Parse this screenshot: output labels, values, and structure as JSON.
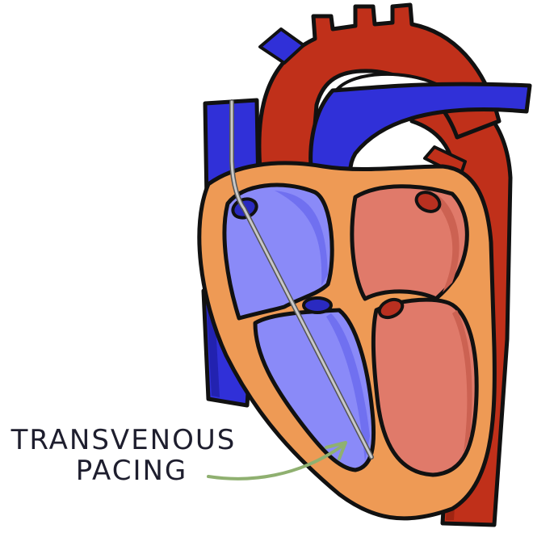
{
  "diagram": {
    "subject": "Heart cross-section with transvenous pacing lead",
    "label": {
      "line1": "TRANSVENOUS",
      "line2": "PACING"
    },
    "structures": [
      "superior-vena-cava",
      "inferior-vena-cava",
      "aortic-arch",
      "descending-aorta",
      "pulmonary-artery",
      "pulmonary-vein",
      "right-atrium",
      "right-ventricle",
      "left-atrium",
      "left-ventricle",
      "pacing-lead",
      "annotation-arrow"
    ],
    "colors": {
      "outline": "#111111",
      "myocardium": "#ee9a55",
      "aorta": "#c0301a",
      "aorta_shade": "#a02512",
      "vein_blue": "#3030d8",
      "vein_blue_dark": "#2222b0",
      "right_chamber": "#8a8af8",
      "right_chamber_shade": "#7070f0",
      "left_chamber": "#e07a6a",
      "left_chamber_shade": "#cc6252",
      "valve_blue": "#2a2ac0",
      "valve_red": "#b83020",
      "lead": "#c8c8c8",
      "arrow": "#8fb070",
      "text": "#1e1e2e"
    }
  }
}
